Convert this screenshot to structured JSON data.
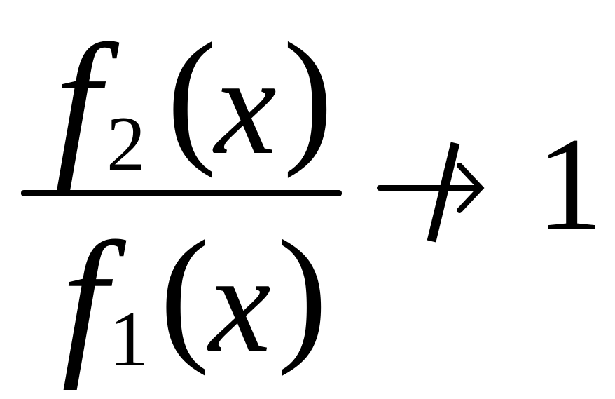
{
  "formula": {
    "numerator": {
      "function": "f",
      "subscript": "2",
      "open_paren": "(",
      "variable": "x",
      "close_paren": ")"
    },
    "denominator": {
      "function": "f",
      "subscript": "1",
      "open_paren": "(",
      "variable": "x",
      "close_paren": ")"
    },
    "relation_icon": "not-tends-to-arrow-icon",
    "rhs": "1",
    "color": "#000000"
  }
}
